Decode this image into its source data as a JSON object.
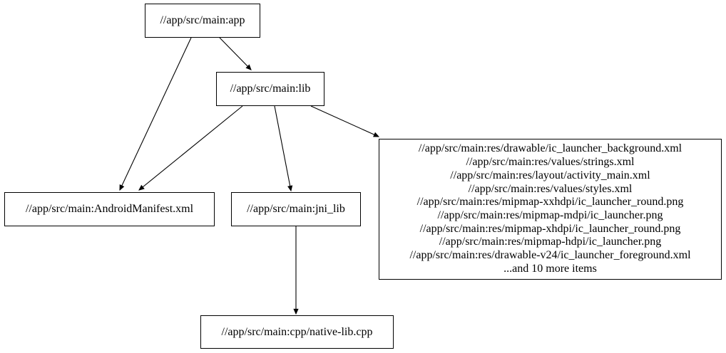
{
  "graph": {
    "type": "dependency-graph",
    "edges": [
      {
        "from": "//app/src/main:app",
        "to": "//app/src/main:lib"
      },
      {
        "from": "//app/src/main:app",
        "to": "//app/src/main:AndroidManifest.xml"
      },
      {
        "from": "//app/src/main:lib",
        "to": "//app/src/main:AndroidManifest.xml"
      },
      {
        "from": "//app/src/main:lib",
        "to": "resources-group"
      },
      {
        "from": "//app/src/main:lib",
        "to": "//app/src/main:jni_lib"
      },
      {
        "from": "//app/src/main:jni_lib",
        "to": "//app/src/main:cpp/native-lib.cpp"
      }
    ]
  },
  "nodes": {
    "app": {
      "label": "//app/src/main:app"
    },
    "lib": {
      "label": "//app/src/main:lib"
    },
    "android_manifest": {
      "label": "//app/src/main:AndroidManifest.xml"
    },
    "jni_lib": {
      "label": "//app/src/main:jni_lib"
    },
    "native_lib_cpp": {
      "label": "//app/src/main:cpp/native-lib.cpp"
    },
    "resources": {
      "lines": [
        "//app/src/main:res/drawable/ic_launcher_background.xml",
        "//app/src/main:res/values/strings.xml",
        "//app/src/main:res/layout/activity_main.xml",
        "//app/src/main:res/values/styles.xml",
        "//app/src/main:res/mipmap-xxhdpi/ic_launcher_round.png",
        "//app/src/main:res/mipmap-mdpi/ic_launcher.png",
        "//app/src/main:res/mipmap-xhdpi/ic_launcher_round.png",
        "//app/src/main:res/mipmap-hdpi/ic_launcher.png",
        "//app/src/main:res/drawable-v24/ic_launcher_foreground.xml",
        "...and 10 more items"
      ]
    }
  },
  "colors": {
    "background": "#ffffff",
    "node_border": "#000000",
    "edge": "#000000",
    "text": "#000000"
  }
}
